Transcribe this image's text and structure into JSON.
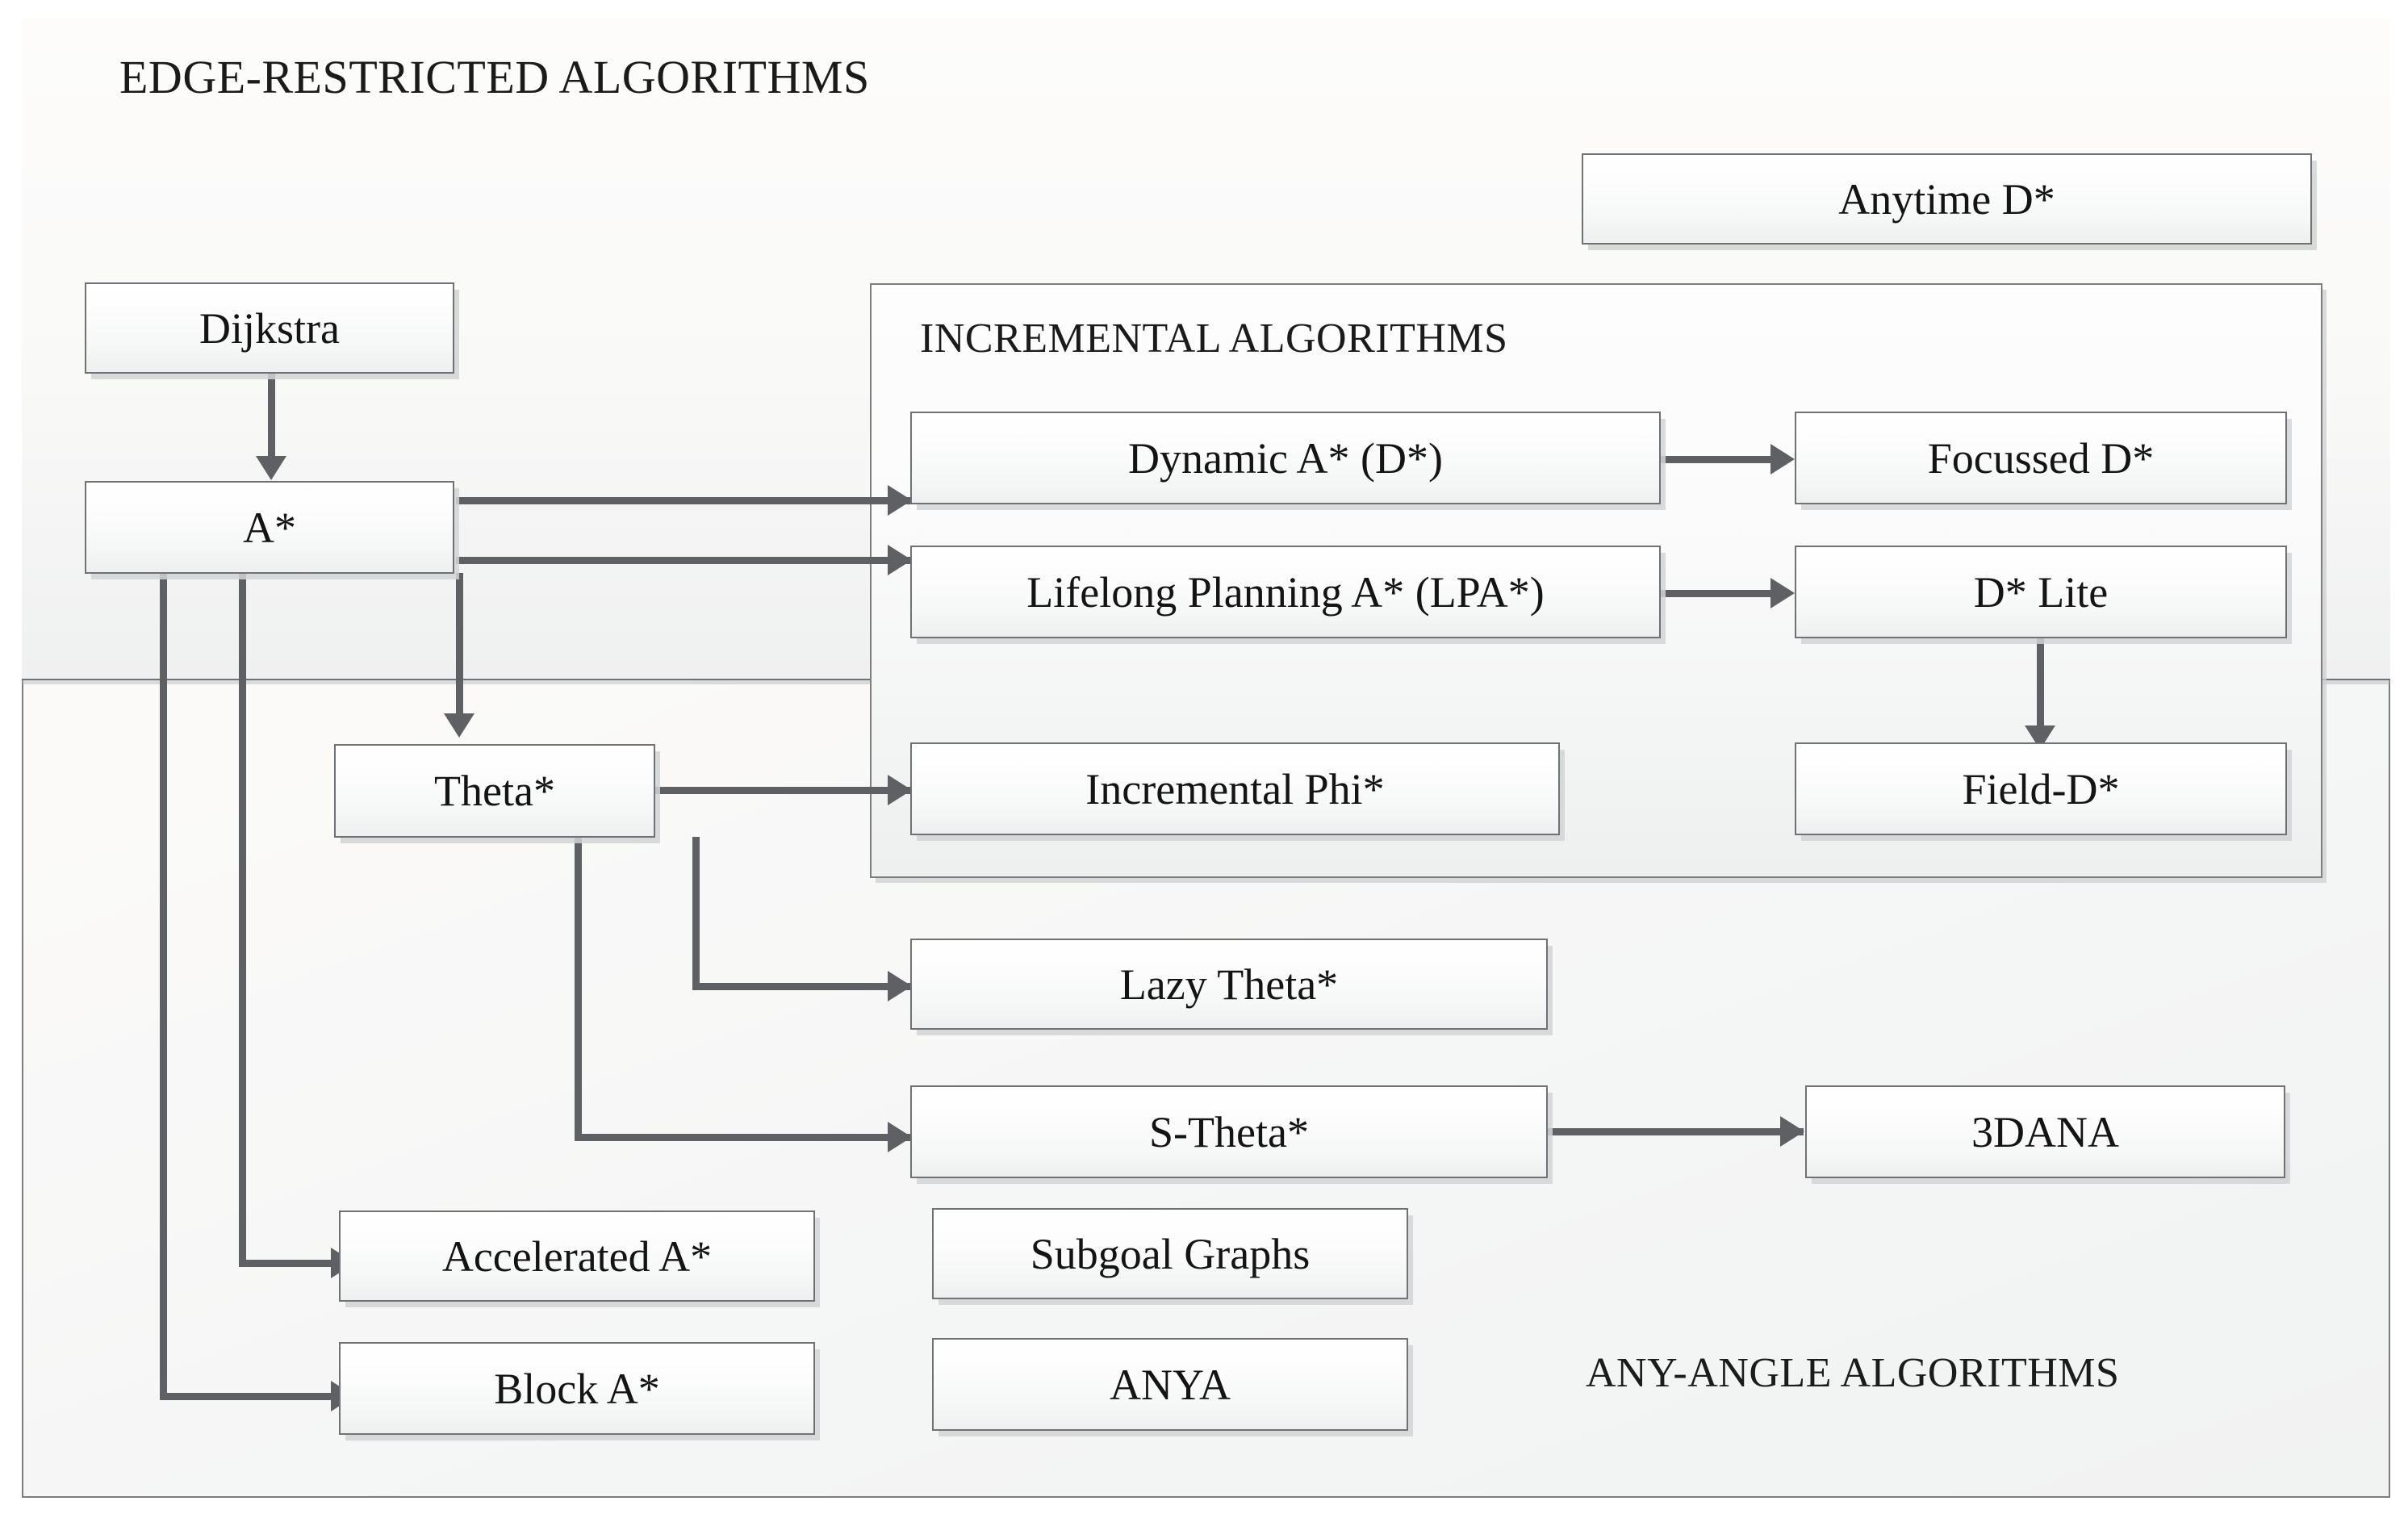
{
  "diagram": {
    "title_edge": "EDGE-RESTRICTED ALGORITHMS",
    "title_incremental": "INCREMENTAL ALGORITHMS",
    "title_anyangle": "ANY-ANGLE ALGORITHMS",
    "colors": {
      "border": "#6f7174",
      "connector": "#5e6063",
      "text": "#141414",
      "panel_bg": "#fafafa"
    },
    "nodes": {
      "anytime_d": "Anytime D*",
      "dijkstra": "Dijkstra",
      "a_star": "A*",
      "theta": "Theta*",
      "dynamic_a": "Dynamic A* (D*)",
      "focussed_d": "Focussed D*",
      "lpa": "Lifelong Planning A* (LPA*)",
      "d_lite": "D* Lite",
      "incremental_phi": "Incremental Phi*",
      "field_d": "Field-D*",
      "lazy_theta": "Lazy Theta*",
      "s_theta": "S-Theta*",
      "dana": "3DANA",
      "accelerated_a": "Accelerated A*",
      "block_a": "Block A*",
      "subgoal_graphs": "Subgoal Graphs",
      "anya": "ANYA"
    },
    "edges": [
      {
        "from": "Dijkstra",
        "to": "A*"
      },
      {
        "from": "A*",
        "to": "Dynamic A* (D*)"
      },
      {
        "from": "A*",
        "to": "Lifelong Planning A* (LPA*)"
      },
      {
        "from": "A*",
        "to": "Theta*"
      },
      {
        "from": "A*",
        "to": "Accelerated A*"
      },
      {
        "from": "A*",
        "to": "Block A*"
      },
      {
        "from": "Dynamic A* (D*)",
        "to": "Focussed D*"
      },
      {
        "from": "Lifelong Planning A* (LPA*)",
        "to": "D* Lite"
      },
      {
        "from": "D* Lite",
        "to": "Field-D*"
      },
      {
        "from": "Theta*",
        "to": "Incremental Phi*"
      },
      {
        "from": "Theta*",
        "to": "Lazy Theta*"
      },
      {
        "from": "Theta*",
        "to": "S-Theta*"
      },
      {
        "from": "S-Theta*",
        "to": "3DANA"
      }
    ]
  }
}
